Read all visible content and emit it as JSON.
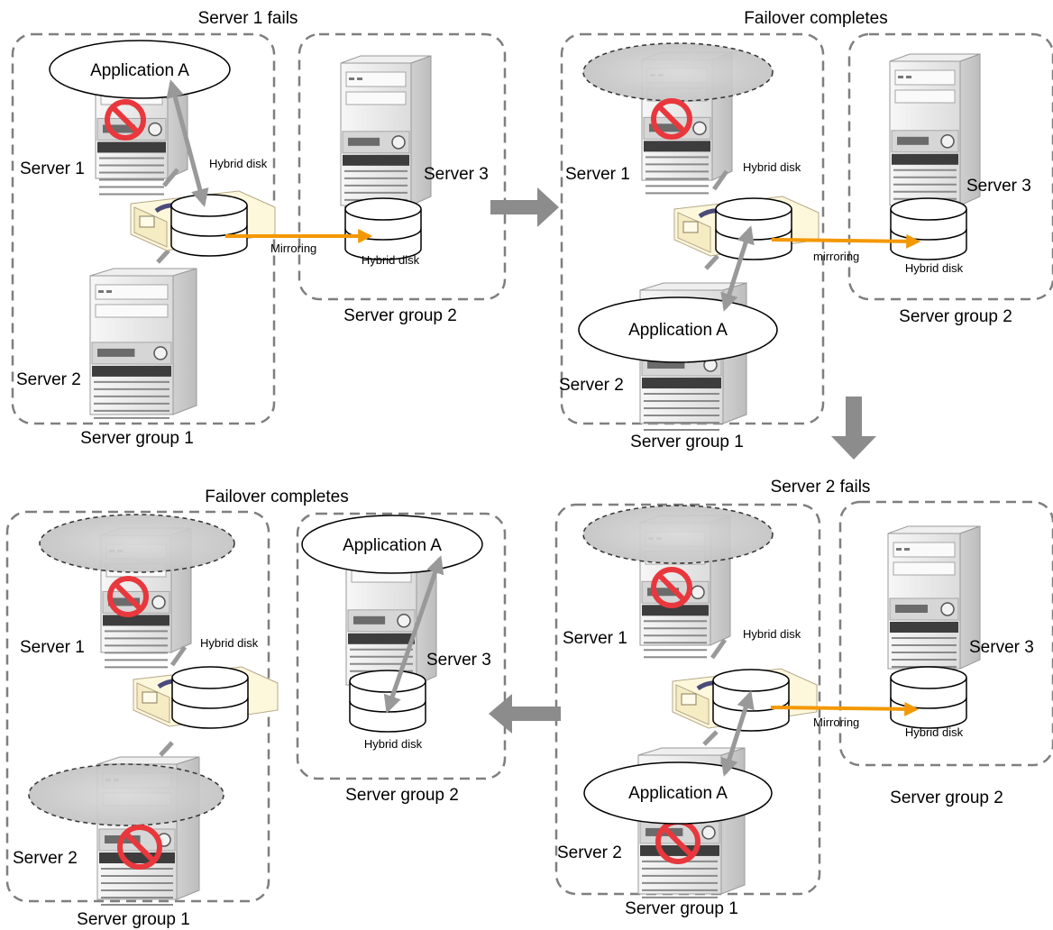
{
  "panels": {
    "p1": {
      "title": "Server 1 fails",
      "group1_label": "Server group 1",
      "group2_label": "Server group 2",
      "server1": "Server 1",
      "server2": "Server 2",
      "server3": "Server 3",
      "app": "Application A",
      "disk1": "Hybrid disk",
      "disk2": "Hybrid disk",
      "mirror": "Mirroring"
    },
    "p2": {
      "title": "Failover completes",
      "group1_label": "Server group 1",
      "group2_label": "Server group 2",
      "server1": "Server 1",
      "server2": "Server 2",
      "server3": "Server 3",
      "app": "Application A",
      "disk1": "Hybrid disk",
      "disk2": "Hybrid disk",
      "mirror": "mirroring"
    },
    "p3": {
      "title": "Server 2 fails",
      "group1_label": "Server group 1",
      "group2_label": "Server group 2",
      "server1": "Server 1",
      "server2": "Server 2",
      "server3": "Server 3",
      "app": "Application A",
      "disk1": "Hybrid disk",
      "disk2": "Hybrid disk",
      "mirror": "Mirroring"
    },
    "p4": {
      "title": "Failover completes",
      "group1_label": "Server group 1",
      "group2_label": "Server group 2",
      "server1": "Server 1",
      "server2": "Server 2",
      "server3": "Server 3",
      "app": "Application A",
      "disk1": "Hybrid disk",
      "disk2": "Hybrid disk"
    }
  },
  "colors": {
    "mirror_arrow": "#f39800",
    "access_arrow": "#999999",
    "flow_arrow": "#8c8c8c",
    "prohibit": "#e8383d",
    "dashed_border": "#7f7f7f",
    "server_body": "#e6e6e6",
    "disk_unit": "#fdf7dc"
  }
}
